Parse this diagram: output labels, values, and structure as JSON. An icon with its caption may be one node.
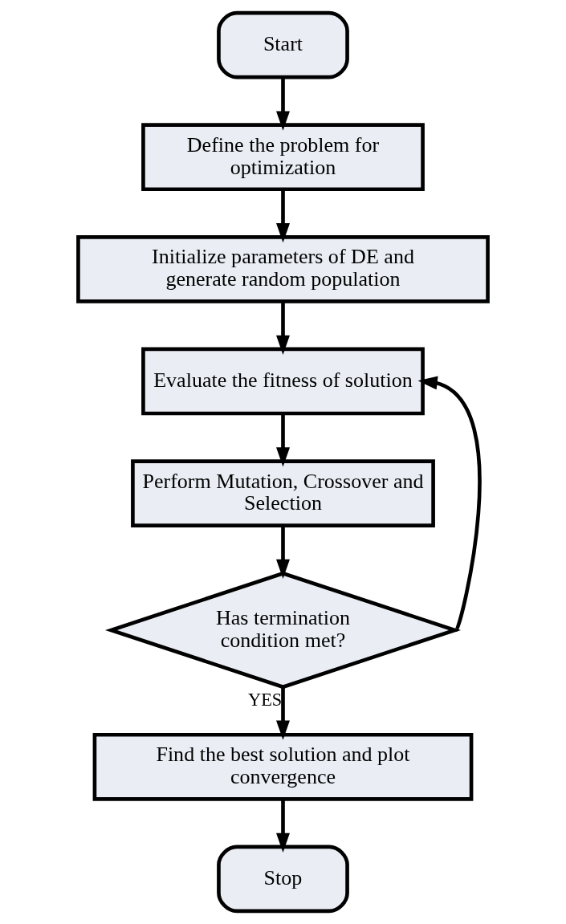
{
  "diagram": {
    "nodes": [
      {
        "text": [
          "Start"
        ]
      },
      {
        "text": [
          "Define the problem for optimization"
        ]
      },
      {
        "text": [
          "Initialize parameters of DE and generate random population"
        ]
      },
      {
        "text": [
          "Evaluate the fitness of solution"
        ]
      },
      {
        "text": [
          "Perform Mutation, Crossover and Selection"
        ]
      },
      {
        "text": [
          "Has termination condition met?"
        ]
      },
      {
        "text": [
          "Find the best solution and plot convergence"
        ]
      },
      {
        "text": [
          "Stop"
        ]
      }
    ],
    "edges": [
      {
        "from": 0,
        "to": 1,
        "arrow": "to"
      },
      {
        "from": 1,
        "to": 2,
        "arrow": "to"
      },
      {
        "from": 2,
        "to": 3,
        "arrow": "to"
      },
      {
        "from": 3,
        "to": 4,
        "arrow": "to"
      },
      {
        "from": 4,
        "to": 5,
        "arrow": "to"
      },
      {
        "from": 5,
        "to": 6,
        "label": "YES",
        "arrow": "to"
      },
      {
        "from": 6,
        "to": 7,
        "arrow": "to"
      },
      {
        "from": 5,
        "to": 3,
        "arrow": "to"
      }
    ]
  }
}
